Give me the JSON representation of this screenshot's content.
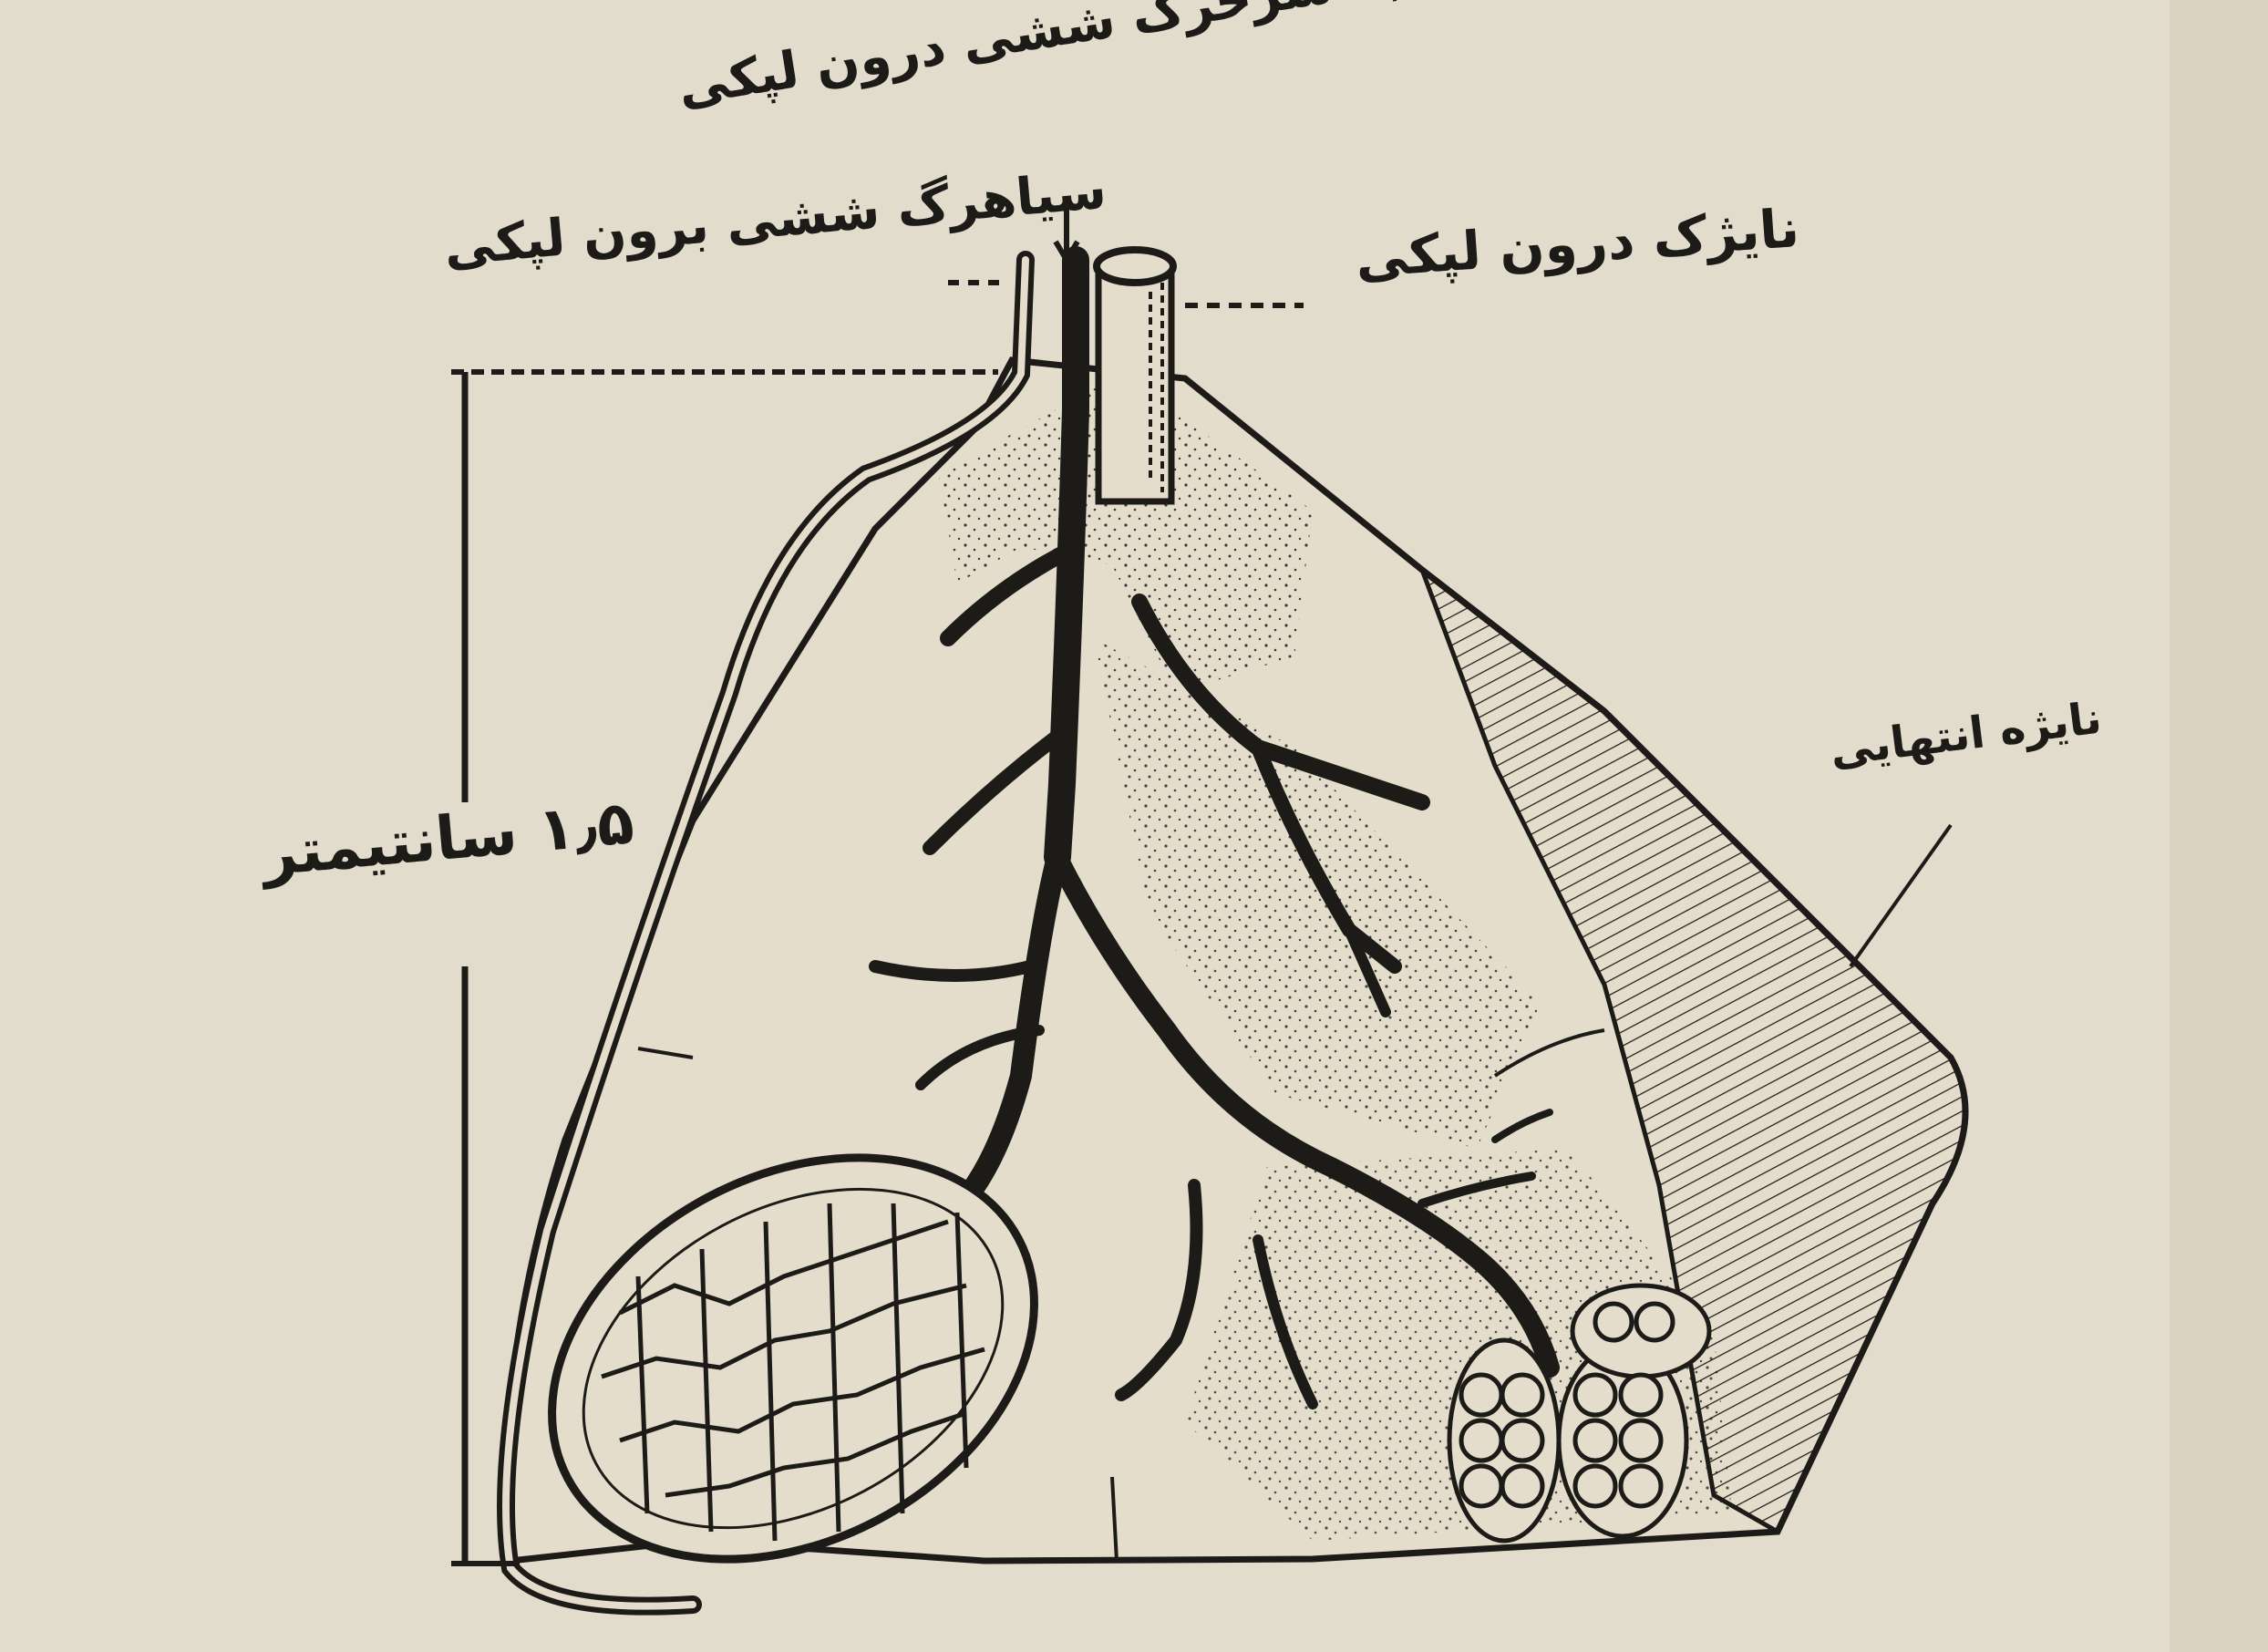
{
  "labels": {
    "pulmonary_artery": "حجبه سرخرگ ششی درون لپکی",
    "pulmonary_vein": "سیاهرگ ششی برون لپکی",
    "bronchiole": "نایژک درون لپکی",
    "terminal_bronchiole": "نایژه انتهایی",
    "scale": "۱٫۵ سانتیمتر"
  },
  "colors": {
    "paper": "#e2dccd",
    "ink": "#1d1b18"
  }
}
